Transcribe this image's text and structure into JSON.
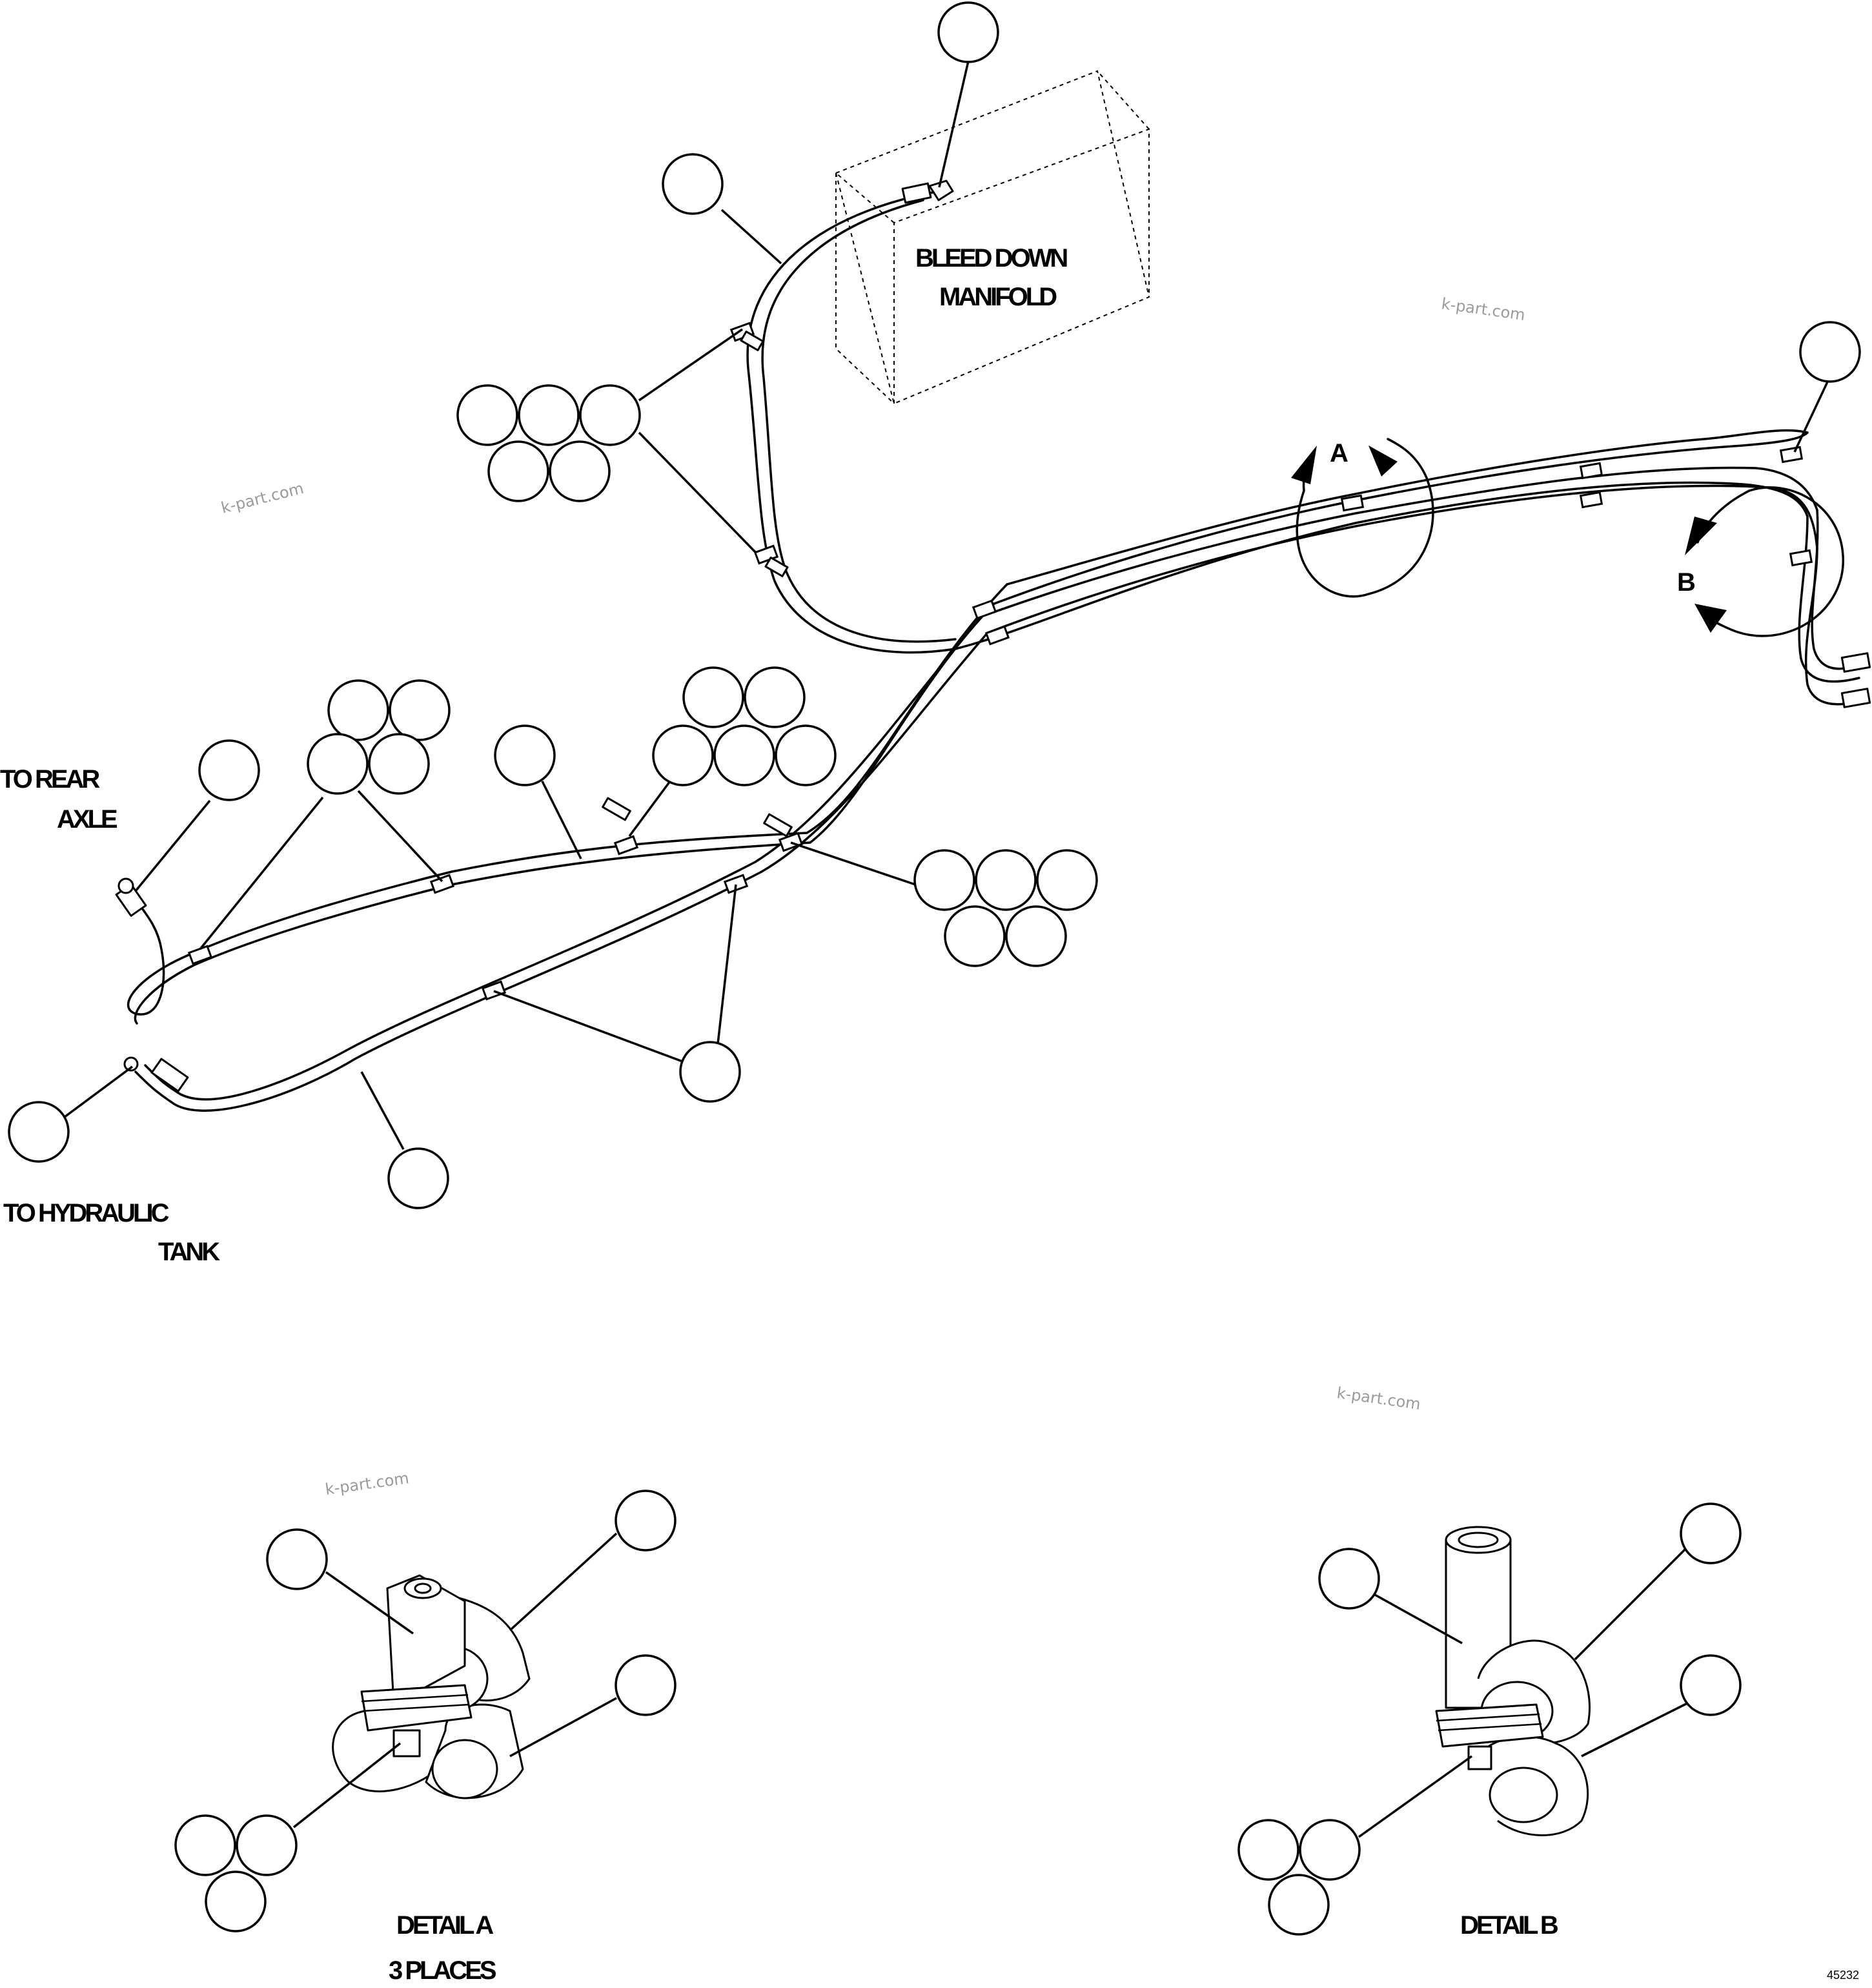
{
  "labels": {
    "bleed_down_line1": "BLEED DOWN",
    "bleed_down_line2": "MANIFOLD",
    "to_rear_line1": "TO REAR",
    "to_rear_line2": "AXLE",
    "to_hydraulic_line1": "TO HYDRAULIC",
    "to_hydraulic_line2": "TANK",
    "view_a": "A",
    "view_b": "B",
    "detail_a": "DETAIL A",
    "detail_a_note": "3 PLACES",
    "detail_b": "DETAIL B",
    "drawing_code": "45232"
  },
  "watermarks": [
    "k-part.com",
    "k-part.com",
    "k-part.com",
    "k-part.com"
  ]
}
